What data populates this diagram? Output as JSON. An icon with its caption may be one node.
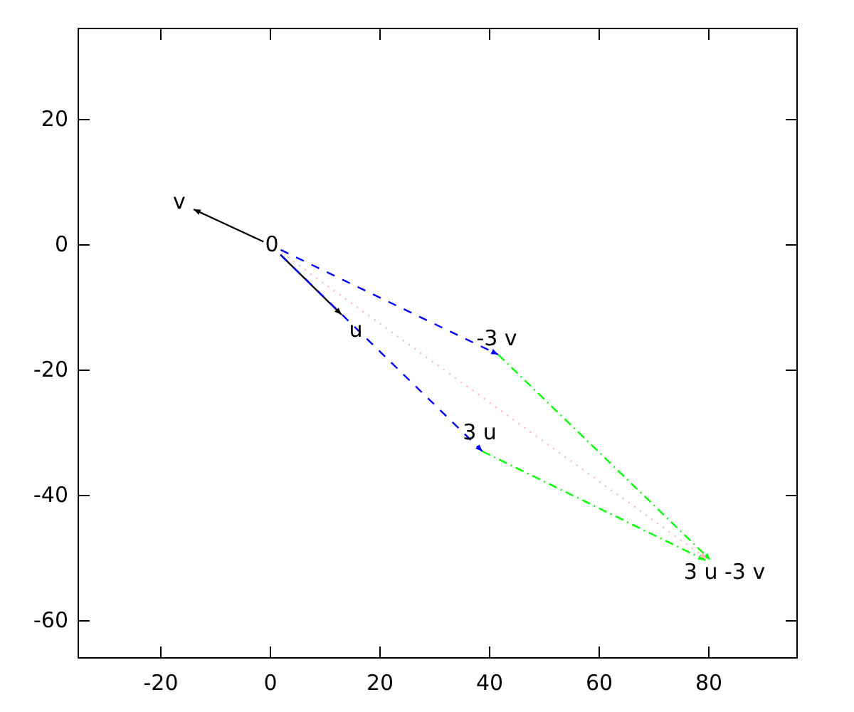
{
  "diagram": {
    "nodes": [
      {
        "text": [
          "v"
        ]
      },
      {
        "text": [
          "0"
        ]
      },
      {
        "text": [
          "u"
        ]
      },
      {
        "text": [
          "-3 v"
        ]
      },
      {
        "text": [
          "3 u"
        ]
      },
      {
        "text": [
          "3 u -3 v"
        ]
      }
    ],
    "edges": [
      {
        "from": 1,
        "to": 0,
        "arrow": "to",
        "color": "#000000"
      },
      {
        "from": 1,
        "to": 2,
        "arrow": "to",
        "color": "#000000"
      },
      {
        "from": 1,
        "to": 3,
        "arrow": "to",
        "style": "dashed",
        "color": "#0000ff"
      },
      {
        "from": 1,
        "to": 4,
        "arrow": "to",
        "style": "dashed",
        "color": "#0000ff"
      },
      {
        "from": 3,
        "to": 5,
        "arrow": "to",
        "style": "dashed",
        "color": "#00ff00"
      },
      {
        "from": 4,
        "to": 5,
        "arrow": "to",
        "style": "dashed",
        "color": "#00ff00"
      },
      {
        "from": 1,
        "to": 5,
        "arrow": "to",
        "style": "dashed",
        "color": "#ffb6c1"
      }
    ],
    "labels": [
      "20",
      "0",
      "-20",
      "-40",
      "-60",
      "-20",
      "0",
      "20",
      "40",
      "60",
      "80"
    ]
  }
}
